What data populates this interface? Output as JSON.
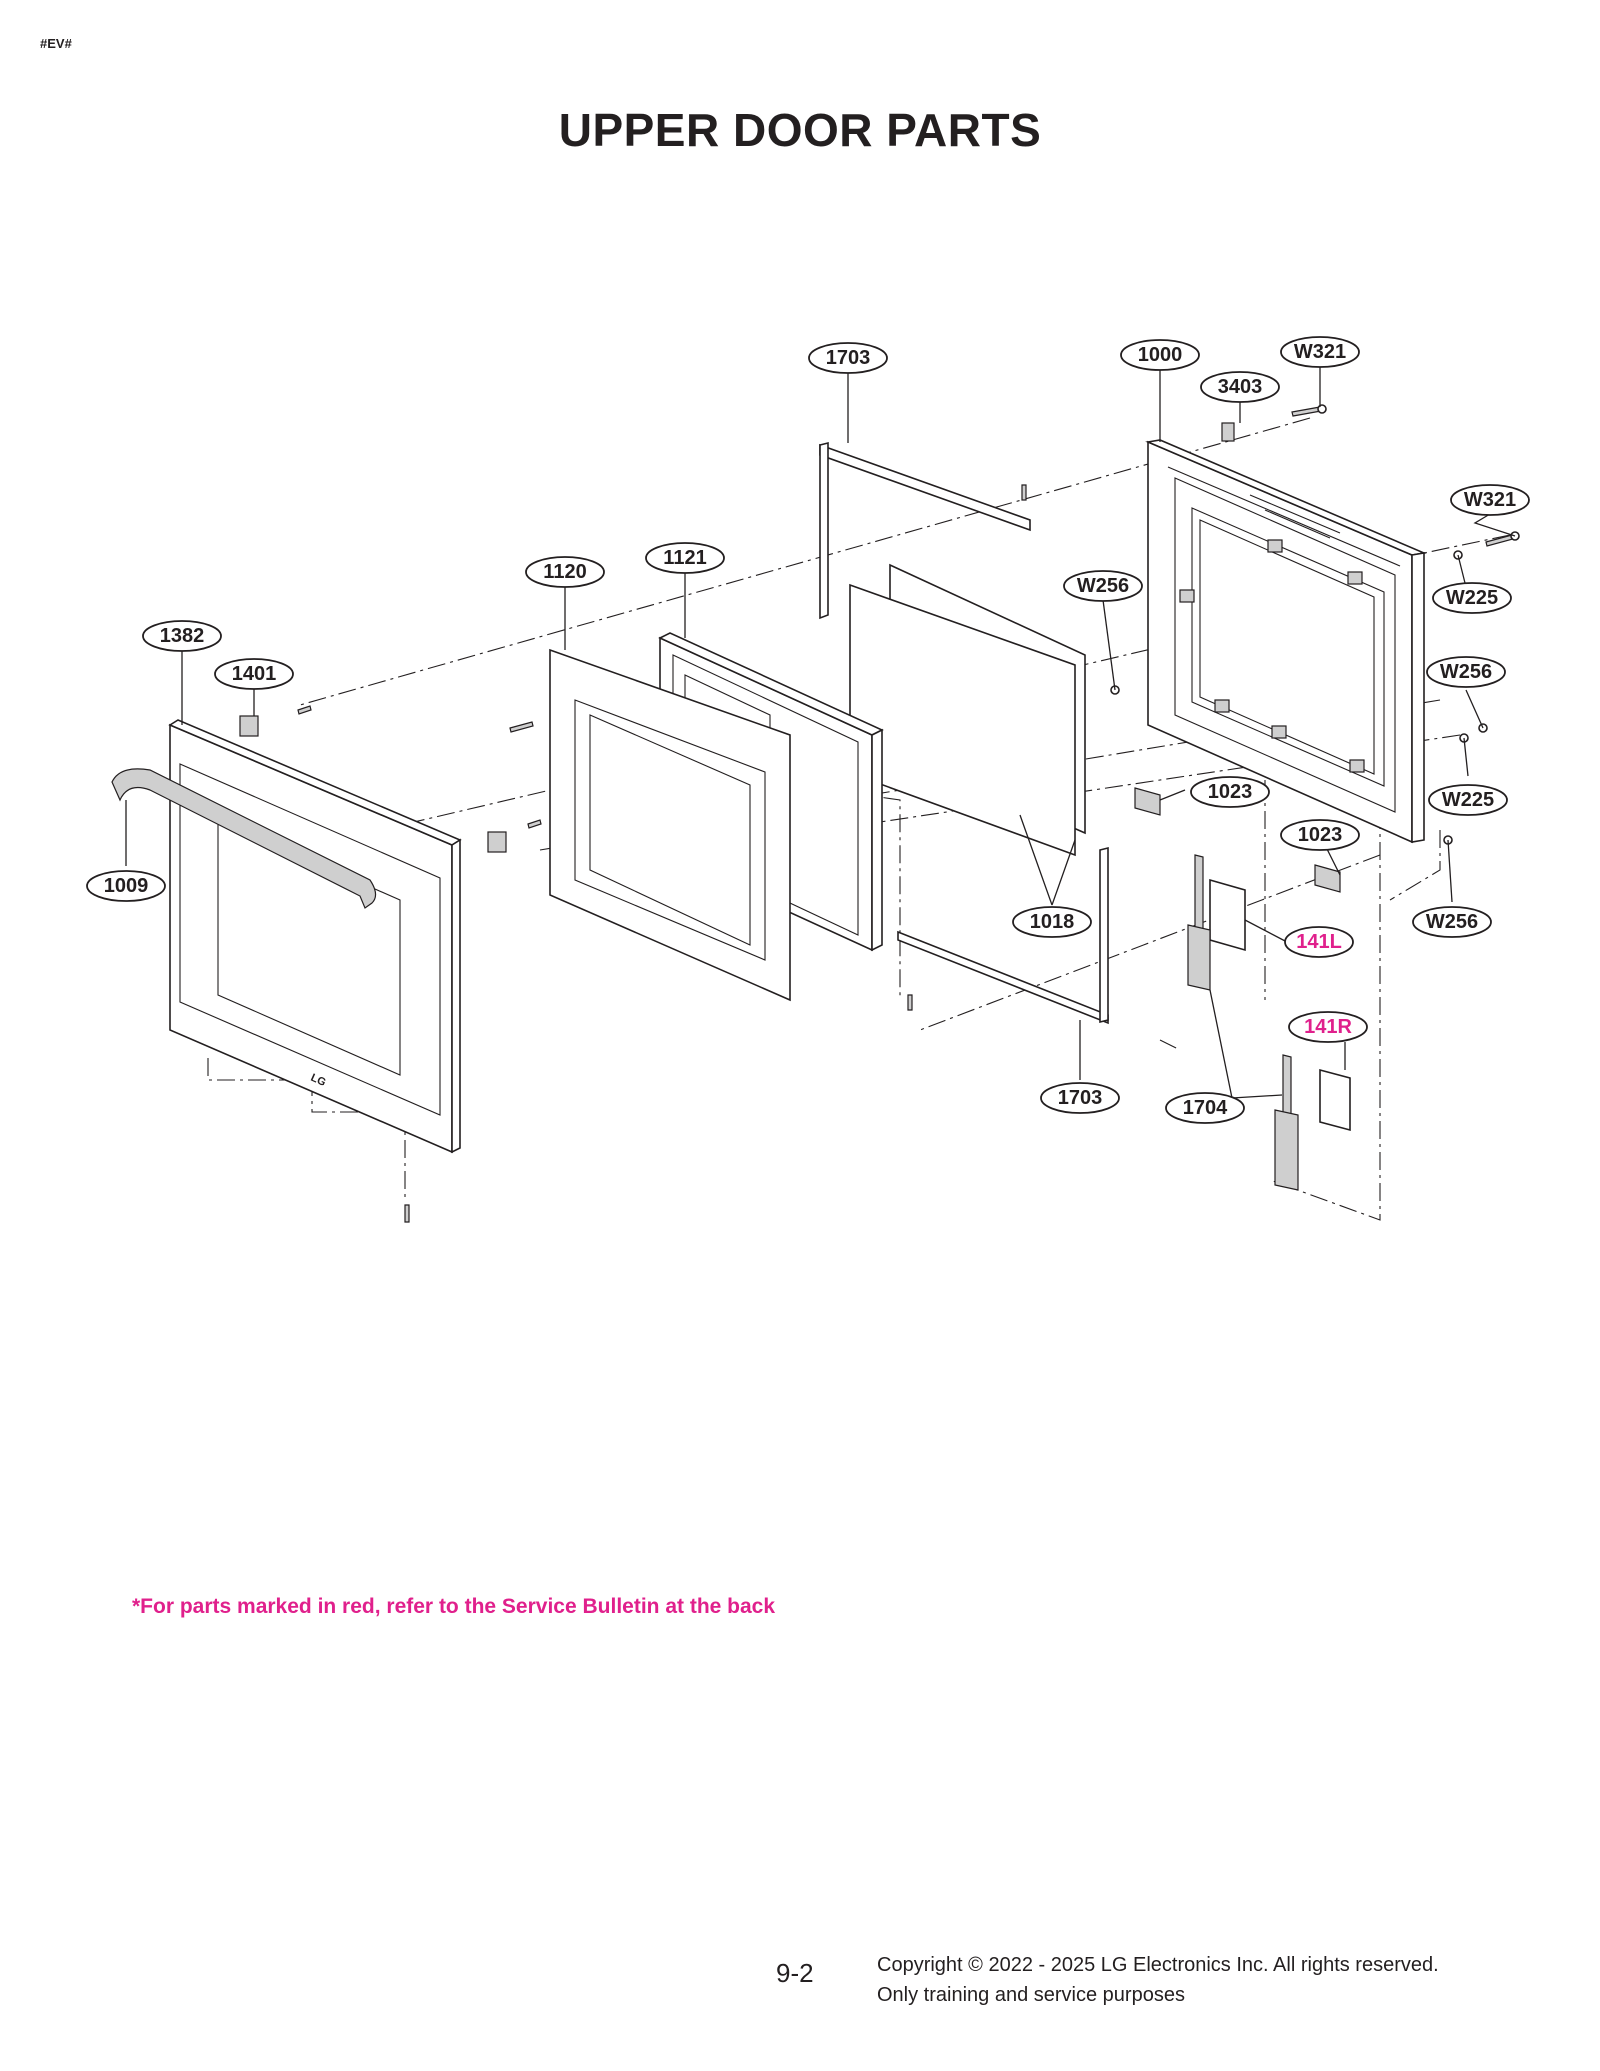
{
  "page": {
    "code": "#EV#",
    "title": "UPPER DOOR PARTS",
    "note": "*For parts marked in red, refer to the Service Bulletin at the back",
    "page_number": "9-2",
    "copyright_line1": "Copyright © 2022 - 2025 LG Electronics Inc. All rights reserved.",
    "copyright_line2": "Only training and service purposes"
  },
  "colors": {
    "text": "#231f20",
    "highlight": "#e0208c"
  },
  "callouts": [
    {
      "label": "1703",
      "highlight": false
    },
    {
      "label": "1000",
      "highlight": false
    },
    {
      "label": "W321",
      "highlight": false
    },
    {
      "label": "3403",
      "highlight": false
    },
    {
      "label": "W321",
      "highlight": false
    },
    {
      "label": "1121",
      "highlight": false
    },
    {
      "label": "1120",
      "highlight": false
    },
    {
      "label": "W256",
      "highlight": false
    },
    {
      "label": "W225",
      "highlight": false
    },
    {
      "label": "1382",
      "highlight": false
    },
    {
      "label": "1401",
      "highlight": false
    },
    {
      "label": "W256",
      "highlight": false
    },
    {
      "label": "1023",
      "highlight": false
    },
    {
      "label": "W225",
      "highlight": false
    },
    {
      "label": "1023",
      "highlight": false
    },
    {
      "label": "1009",
      "highlight": false
    },
    {
      "label": "1018",
      "highlight": false
    },
    {
      "label": "W256",
      "highlight": false
    },
    {
      "label": "141L",
      "highlight": true
    },
    {
      "label": "141R",
      "highlight": true
    },
    {
      "label": "1703",
      "highlight": false
    },
    {
      "label": "1704",
      "highlight": false
    }
  ]
}
